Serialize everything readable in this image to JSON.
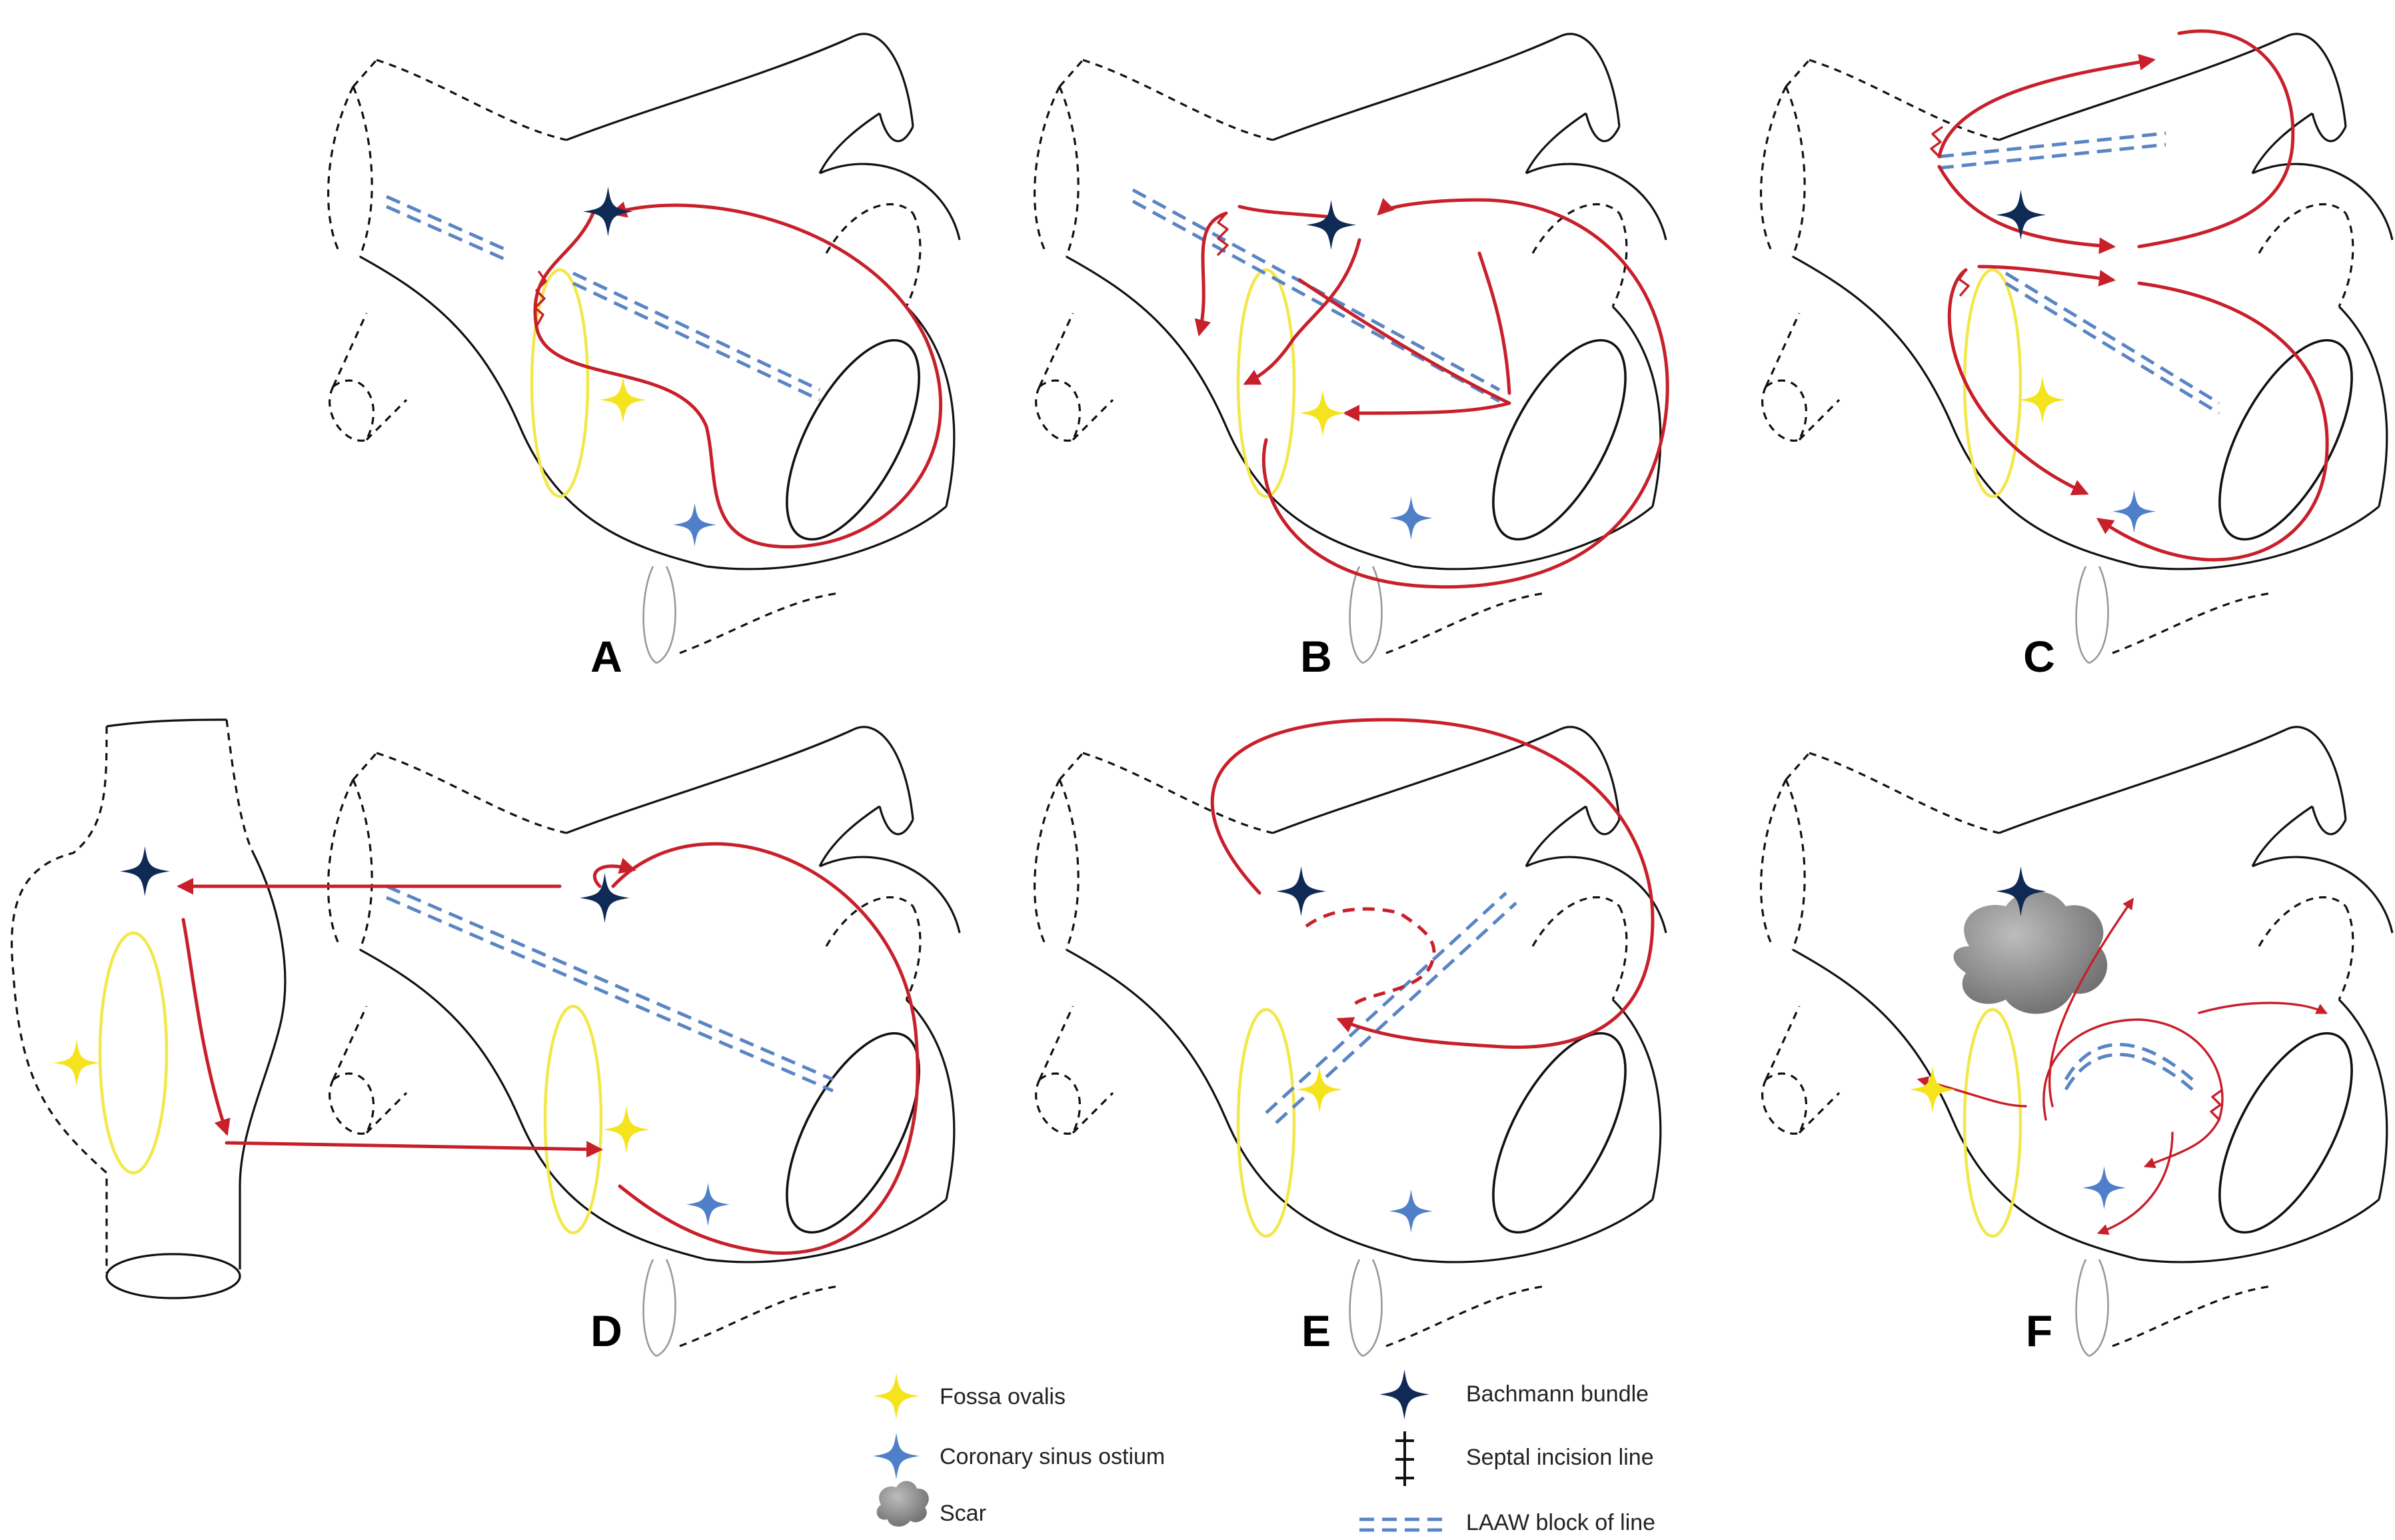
{
  "panels": [
    {
      "id": "A",
      "label": "A"
    },
    {
      "id": "B",
      "label": "B"
    },
    {
      "id": "C",
      "label": "C"
    },
    {
      "id": "D",
      "label": "D"
    },
    {
      "id": "E",
      "label": "E"
    },
    {
      "id": "F",
      "label": "F"
    }
  ],
  "legend": {
    "fossa_ovalis": "Fossa ovalis",
    "coronary_sinus_ostium": "Coronary sinus ostium",
    "scar": "Scar",
    "bachmann_bundle": "Bachmann bundle",
    "septal_incision_line": "Septal incision line",
    "laaw_block": "LAAW block of line"
  },
  "colors": {
    "fossa_star": "#f5e31d",
    "cs_star": "#4f7fc8",
    "bachmann_star": "#0f2a55",
    "reentry_path": "#c8202a",
    "laaw_line": "#5a85c4",
    "scar": "#8a8a8a"
  },
  "icons": {
    "fossa": "yellow-four-point-star-icon",
    "cs": "blue-four-point-star-icon",
    "bachmann": "navy-four-point-star-icon",
    "scar": "gray-cloud-icon",
    "incision": "double-cross-line-icon",
    "laaw": "double-dashed-line-icon"
  }
}
